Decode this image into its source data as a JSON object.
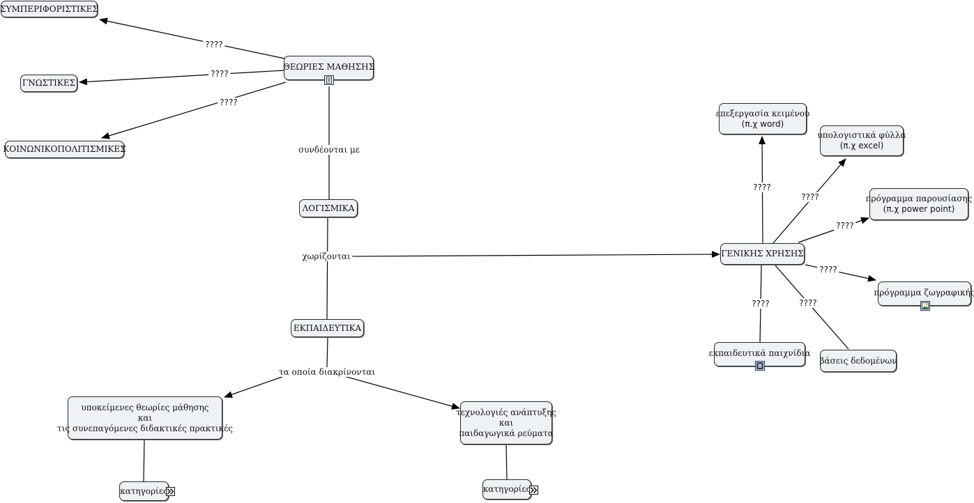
{
  "concepts": {
    "behaviorist": "ΣΥΜΠΕΡΙΦΟΡΙΣΤΙΚΕΣ",
    "cognitive": "ΓΝΩΣΤΙΚΕΣ",
    "sociocultural": "ΚΟΙΝΩΝΙΚΟΠΟΛΙΤΙΣΜΙΚΕΣ",
    "learning_theories": "ΘΕΩΡΙΕΣ ΜΑΘΗΣΗΣ",
    "software": "ΛΟΓΙΣΜΙΚΑ",
    "educational": "ΕΚΠΑΙΔΕΥΤΙΚΑ",
    "underlying": [
      "υποκείμενες θεωρίες μάθησης",
      "και",
      "τις συνεπαγόμενες διδακτικές πρακτικές"
    ],
    "technologies": [
      "τεχνολογιές ανάπτυξης",
      "και",
      "παιδαγωγικά ρεύματα"
    ],
    "categories_left": "κατηγορίες",
    "categories_right": "κατηγορίες",
    "general_use": "ΓΕΝΙΚΗΣ ΧΡΗΣΗΣ",
    "word_processing": [
      "επεξεργασία κειμένου",
      "(π.χ word)"
    ],
    "spreadsheets": [
      "υπολογιστικά φύλλα",
      "(π.χ excel)"
    ],
    "presentation": [
      "πρόγραμμα παρουσίασης",
      "(π.χ power point)"
    ],
    "painting": "πρόγραμμα ζωγραφικής",
    "edu_games": "εκπαιδευτικά παιχνίδια",
    "databases": "βάσεις δεδομένων"
  },
  "links": {
    "q_behaviorist": "????",
    "q_cognitive": "????",
    "q_sociocultural": "????",
    "connected_with": "συνδέονται με",
    "divided": "χωρίζονται",
    "which_distinguished": "τα οποία διακρίνονται",
    "q_word": "????",
    "q_excel": "????",
    "q_ppt": "????",
    "q_paint": "????",
    "q_games": "????",
    "q_db": "????"
  },
  "icons": {
    "learning_theories": "document-icon",
    "painting": "image-icon",
    "edu_games": "video-icon",
    "categories_left": "expand-icon",
    "categories_right": "expand-icon"
  },
  "colors": {
    "node_fill": "#eef2f5",
    "node_border": "#2a2a2a",
    "icon_fill": "#d8e6f2",
    "icon_border": "#1d3c5a"
  }
}
